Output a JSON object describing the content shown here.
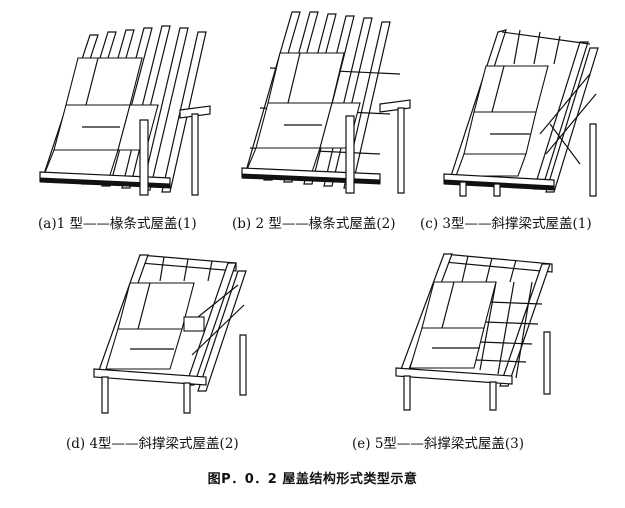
{
  "panels": [
    {
      "id": "a",
      "caption": "(a)1 型——椽条式屋盖(1)"
    },
    {
      "id": "b",
      "caption": "(b) 2 型——椽条式屋盖(2)"
    },
    {
      "id": "c",
      "caption": "(c) 3型——斜撑梁式屋盖(1)"
    },
    {
      "id": "d",
      "caption": "(d) 4型——斜撑梁式屋盖(2)"
    },
    {
      "id": "e",
      "caption": "(e) 5型——斜撑梁式屋盖(3)"
    }
  ],
  "figure_title": "图P．0．2 屋盖结构形式类型示意"
}
